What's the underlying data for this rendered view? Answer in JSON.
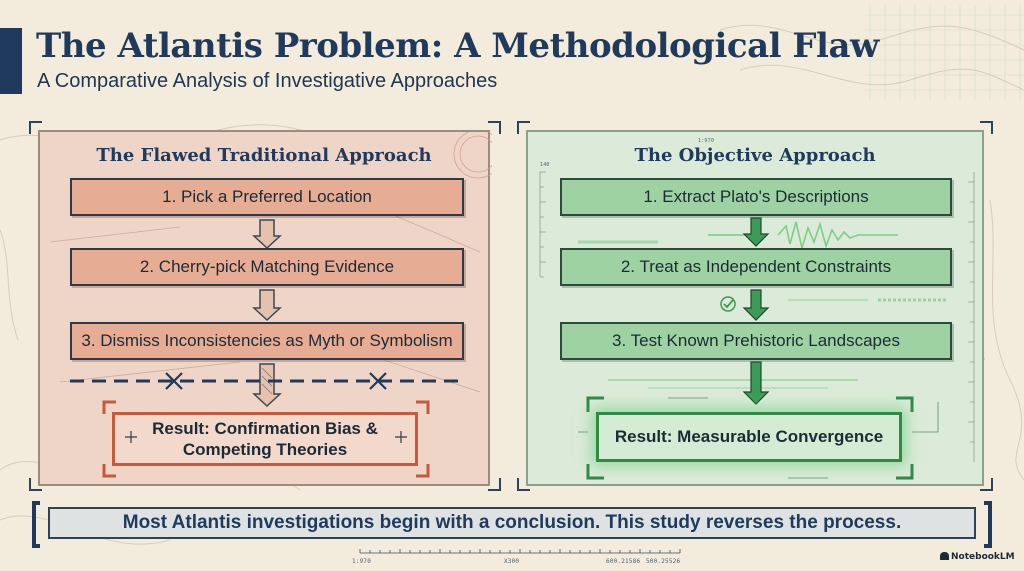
{
  "header": {
    "title": "The Atlantis Problem: A Methodological Flaw",
    "subtitle": "A Comparative Analysis of Investigative Approaches"
  },
  "left_panel": {
    "heading": "The Flawed Traditional Approach",
    "steps": [
      "1. Pick a Preferred Location",
      "2. Cherry-pick Matching Evidence",
      "3. Dismiss Inconsistencies as Myth or Symbolism"
    ],
    "result_line1": "Result: Confirmation Bias &",
    "result_line2": "Competing Theories"
  },
  "right_panel": {
    "heading": "The Objective Approach",
    "steps": [
      "1. Extract Plato's Descriptions",
      "2. Treat as Independent Constraints",
      "3. Test Known Prehistoric Landscapes"
    ],
    "result": "Result: Measurable Convergence"
  },
  "banner": {
    "text": "Most Atlantis investigations begin with a conclusion. This study reverses the process."
  },
  "scale_labels": [
    "1:970",
    "X300",
    "600.21586",
    "500.25526"
  ],
  "brand": {
    "name": "NotebookLM"
  },
  "colors": {
    "navy": "#1f3a5c",
    "left_step": "#e7ad94",
    "left_accent": "#c65b3b",
    "right_step": "#9ed2a2",
    "right_accent": "#2f8a47"
  }
}
